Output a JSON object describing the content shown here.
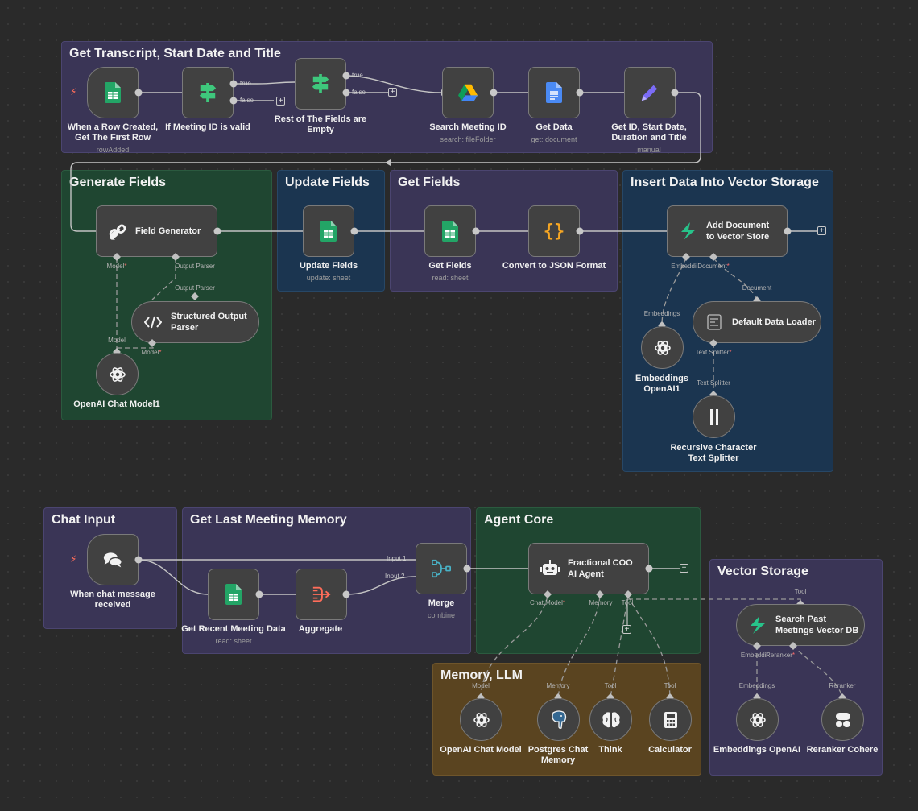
{
  "groups": {
    "transcript": "Get Transcript, Start Date and Title",
    "generate": "Generate Fields",
    "update": "Update Fields",
    "getfields": "Get Fields",
    "insert": "Insert Data Into Vector Storage",
    "chat": "Chat Input",
    "lastmeeting": "Get Last Meeting Memory",
    "agentcore": "Agent Core",
    "vectorstorage": "Vector Storage",
    "memoryllm": "Memory, LLM"
  },
  "nodes": {
    "row_created": {
      "label": "When a Row Created,\nGet The First Row",
      "sub": "rowAdded"
    },
    "if_valid": {
      "label": "If Meeting ID is valid"
    },
    "rest_empty": {
      "label": "Rest of The Fields are\nEmpty"
    },
    "search_meeting": {
      "label": "Search Meeting ID",
      "sub": "search: fileFolder"
    },
    "get_data": {
      "label": "Get Data",
      "sub": "get: document"
    },
    "get_id": {
      "label": "Get ID, Start Date,\nDuration and Title",
      "sub": "manual"
    },
    "field_generator": {
      "label": "Field Generator"
    },
    "structured_parser": {
      "label": "Structured Output\nParser"
    },
    "openai_chat1": {
      "label": "OpenAI Chat Model1"
    },
    "update_fields": {
      "label": "Update Fields",
      "sub": "update: sheet"
    },
    "get_fields": {
      "label": "Get Fields",
      "sub": "read: sheet"
    },
    "convert_json": {
      "label": "Convert to JSON Format"
    },
    "add_document": {
      "label": "Add Document\nto Vector Store"
    },
    "default_loader": {
      "label": "Default Data Loader"
    },
    "embeddings_openai1": {
      "label": "Embeddings\nOpenAI1"
    },
    "recursive_splitter": {
      "label": "Recursive Character\nText Splitter"
    },
    "chat_received": {
      "label": "When chat message\nreceived"
    },
    "get_recent": {
      "label": "Get Recent Meeting Data",
      "sub": "read: sheet"
    },
    "aggregate": {
      "label": "Aggregate"
    },
    "merge": {
      "label": "Merge",
      "sub": "combine"
    },
    "coo_agent": {
      "label": "Fractional COO\nAI Agent"
    },
    "search_past": {
      "label": "Search Past\nMeetings Vector DB"
    },
    "embeddings_openai": {
      "label": "Embeddings OpenAI"
    },
    "reranker": {
      "label": "Reranker Cohere"
    },
    "openai_chat": {
      "label": "OpenAI Chat Model"
    },
    "postgres": {
      "label": "Postgres Chat\nMemory"
    },
    "think": {
      "label": "Think"
    },
    "calculator": {
      "label": "Calculator"
    }
  },
  "edge_labels": {
    "true": "true",
    "false": "false",
    "input1": "Input 1",
    "input2": "Input 2"
  },
  "ports": {
    "model": "Model",
    "output_parser": "Output Parser",
    "embeddings": "Embeddings",
    "embeddi": "Embeddi",
    "document": "Document",
    "text_splitter": "Text Splitter",
    "chat_model": "Chat Model",
    "memory": "Memory",
    "tool": "Tool",
    "embeddir": "Embeddir",
    "reranker": "Reranker"
  },
  "colors": {
    "background": "#2a2a2a",
    "purple_group": "#3a3556",
    "green_group": "#1f4631",
    "blue_group": "#1b3550",
    "brown_group": "#5a4420",
    "sheets_green": "#23a566",
    "docs_blue": "#4a8af4",
    "pen_purple": "#7b6cf6",
    "json_orange": "#f5a623",
    "aggregate_red": "#ff6d5a",
    "merge_teal": "#49b3c7",
    "trigger_red": "#ff6d5a"
  }
}
